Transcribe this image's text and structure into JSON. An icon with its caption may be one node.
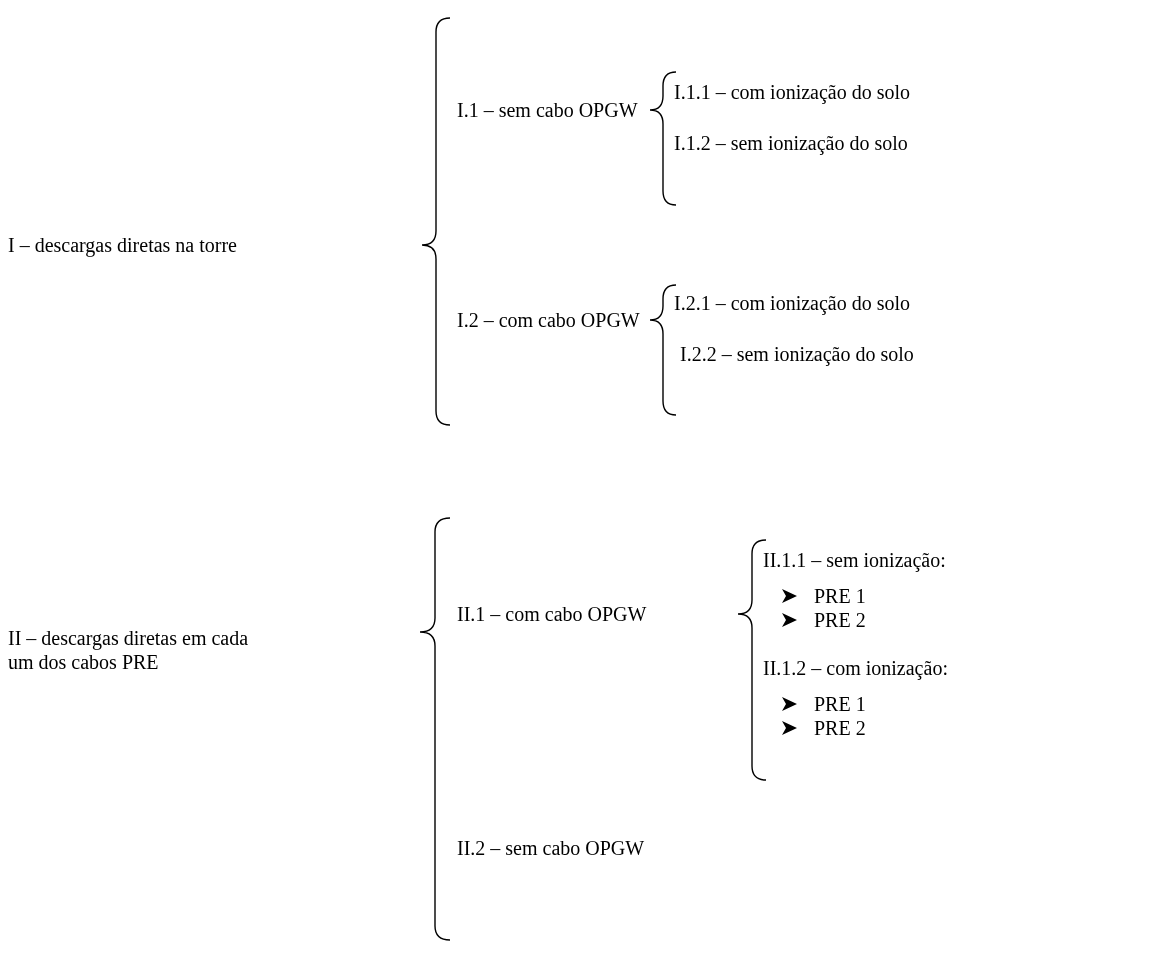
{
  "diagram": {
    "labels": [
      "I – descargas diretas na torre",
      "I.1 – sem cabo OPGW",
      "I.1.1 – com ionização do solo",
      "I.1.2 – sem ionização do solo",
      "I.2 – com cabo OPGW",
      "I.2.1 – com ionização do solo",
      "I.2.2 – sem ionização do solo",
      "II – descargas diretas em cada um dos cabos PRE",
      "II.1 – com cabo OPGW",
      "II.1.1 – sem ionização:",
      "PRE 1",
      "PRE 2",
      "II.1.2 – com ionização:",
      "PRE 1",
      "PRE 2",
      "II.2 – sem cabo OPGW"
    ]
  }
}
